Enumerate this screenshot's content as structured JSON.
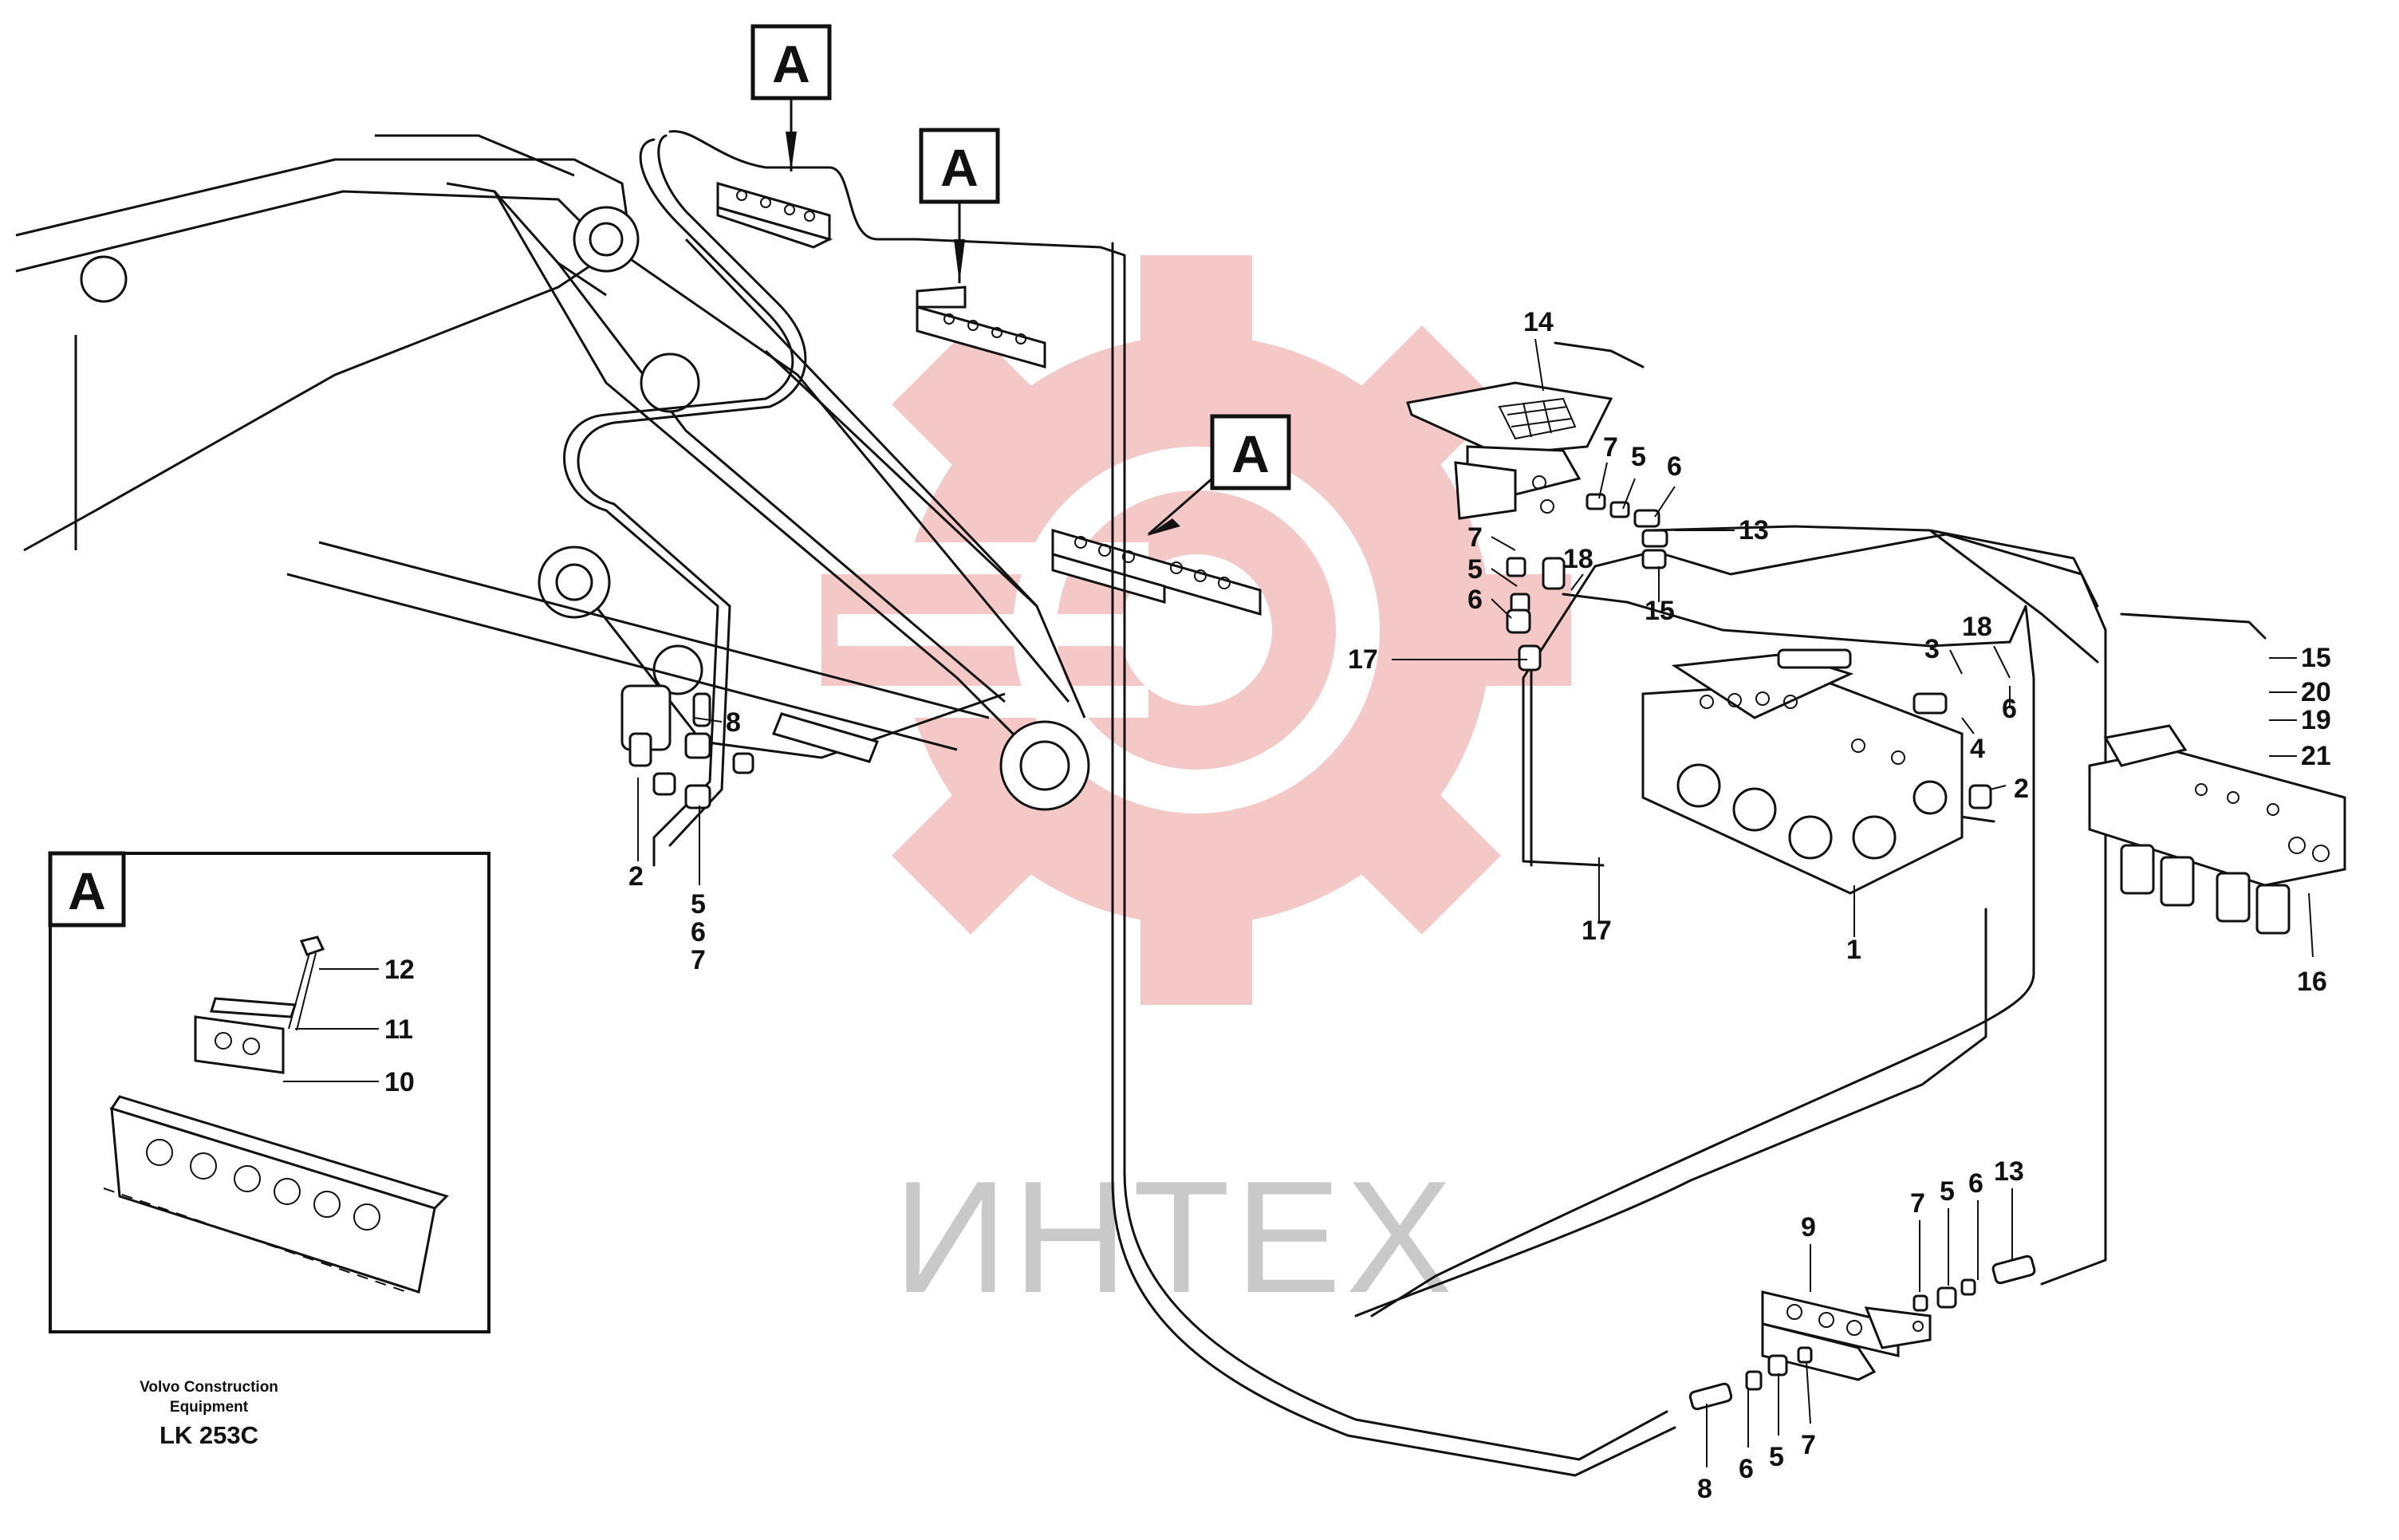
{
  "watermark": {
    "text": "ИНТЕХ",
    "gear_color": "#f2b6b6",
    "text_color": "#c9c9c9"
  },
  "section_markers": {
    "marker_1": "A",
    "marker_2": "A",
    "marker_3": "A",
    "detail_box_label": "A"
  },
  "callouts": {
    "c14": "14",
    "c7_top": "7",
    "c5_top": "5",
    "c6_top": "6",
    "c13_top": "13",
    "c7_left": "7",
    "c5_left": "5",
    "c6_left": "6",
    "c18_mid": "18",
    "c15_mid": "15",
    "c17_top": "17",
    "c3": "3",
    "c18_right": "18",
    "c6_right": "6",
    "c4": "4",
    "c2_right": "2",
    "c17_bottom": "17",
    "c1": "1",
    "c15_far": "15",
    "c20": "20",
    "c19": "19",
    "c21": "21",
    "c16": "16",
    "c8_boom": "8",
    "c2_boom": "2",
    "c5_boom": "5",
    "c6_boom": "6",
    "c7_boom": "7",
    "c12": "12",
    "c11": "11",
    "c10": "10",
    "c9": "9",
    "c7_bottom": "7",
    "c5_bottom": "5",
    "c6_bottom": "6",
    "c13_bottom": "13",
    "c8_bottom": "8",
    "c6_bottom2": "6",
    "c5_bottom2": "5",
    "c7_bottom2": "7"
  },
  "footer": {
    "company_line1": "Volvo Construction",
    "company_line2": "Equipment",
    "drawing_code": "LK 253C"
  }
}
